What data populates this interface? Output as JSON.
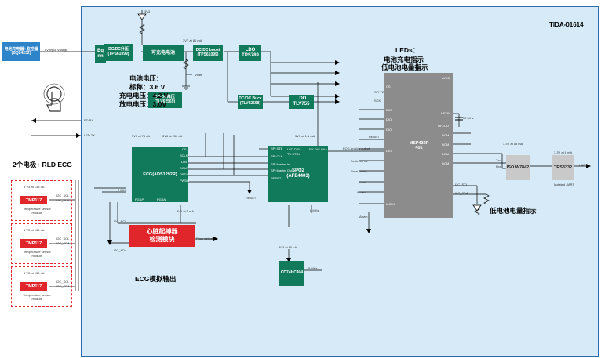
{
  "title": "TIDA-01614",
  "charger": {
    "label": "电池充电器+监控器(BQ24232)",
    "input_label": "5V Input Voltage"
  },
  "power": {
    "b1": "Bq\nnn",
    "dcdc_boost_sm": "DC/DC升压\n(TPS61099)",
    "battery_block": "可充电电池",
    "dcdc_boost": "DC/DC boost\n(TPS61099)",
    "ldo1": "LDO\nTPS789",
    "dcdc_buck": "DC/DC Buck\n(TLV62568)",
    "ldo2": "LDO\nTLV755",
    "buck_sm": "DC/DC降压\n(TLV62569)",
    "vbatt": "Vbatt",
    "current": "3VT at 80 mA",
    "v3_top": "3V3"
  },
  "battery_notes": {
    "line1": "电池电压：",
    "line2": "标称：3.6 V",
    "line3": "充电电压：4.2 V",
    "line4": "放电电压：3.0V"
  },
  "left_labels": {
    "pd_rx": "PD RX",
    "led_tx": "LED TX"
  },
  "ecg": {
    "label": "ECG(ADS1292R)",
    "supply1": "3V3 at 75 uA",
    "supply2": "3V3 at 250 uA",
    "pins": [
      "CS",
      "SCLK",
      "DIN",
      "DOUT",
      "DRDY",
      "PWDN"
    ],
    "clk": "2 MHz",
    "pgap": "PGAP",
    "pgan": "PGAN",
    "electrodes": "2个电极+ RLD ECG",
    "reset": "RESET"
  },
  "spo2": {
    "label": "SPO2\n(AFE4403)",
    "supply": "3V3 at 1.1 mA",
    "pins": [
      "SPI STE",
      "SPI CLK",
      "SPI Master In",
      "SPI Master Out",
      "RESET"
    ],
    "top_pins": [
      "LED DRV",
      "RX DIG ANA",
      "TX CTRL"
    ],
    "clk": "8 MHz"
  },
  "mcu": {
    "label": "MSP432P\n401",
    "supply": "3V3 at 10 mA",
    "top_pin": "AVDD",
    "left_pins": [
      "CS",
      "SPI TE",
      "SCK",
      "DIO",
      "DIO",
      "DIO",
      "RESET",
      "ECG Analog output",
      "DIO",
      "Defib Sense",
      "Pace detect",
      "Vbatt",
      "8 MHz",
      "MCLK"
    ],
    "right_pins": [
      "HFXIN",
      "HFXOUT",
      "32 MHz",
      "DOM",
      "DOM",
      "DOM",
      "DOM",
      "I2C_SCL",
      "I2C_SDA"
    ],
    "alarm": "Alarm"
  },
  "isolation": {
    "iso": "ISO W7842",
    "trs": "TRS3232",
    "supply1": "3.3V at 18 mA",
    "supply2": "3.3V at 8 mA",
    "txd": "Txd",
    "rxd": "Rxd",
    "uart": "UART",
    "isolated_uart": "Isolated UART"
  },
  "sensors": [
    {
      "chip": "TMP117",
      "supply": "3 V3 at 135 uA",
      "scl": "I2C_SCL",
      "sda": "I2C_SDA",
      "module": "Temperature sensor module"
    },
    {
      "chip": "TMP117",
      "supply": "3 V3 at 135 uA",
      "scl": "I2C_SCL",
      "sda": "I2C_SDA",
      "module": "Temperature sensor module"
    },
    {
      "chip": "TMP117",
      "supply": "3 V3 at 135 uA",
      "scl": "I2C_SCL",
      "sda": "I2C_SDA",
      "module": "Temperature sensor module"
    }
  ],
  "pace": {
    "label": "心脏起搏器\n检测模块",
    "supply": "3V3 at 5 mA",
    "out": "Pace detect",
    "scl": "I2C_SCL",
    "sda": "I2C_SDA"
  },
  "counter": {
    "label": "CD74HC404",
    "supply": "3V3 at 80 uA",
    "clk": "8 MHz"
  },
  "annotations": {
    "leds_heading": "LEDs：",
    "leds_line1": "电池充电指示",
    "leds_line2": "低电池电量指示",
    "low_batt": "低电池电量指示",
    "ecg_out": "ECG模拟输出"
  }
}
